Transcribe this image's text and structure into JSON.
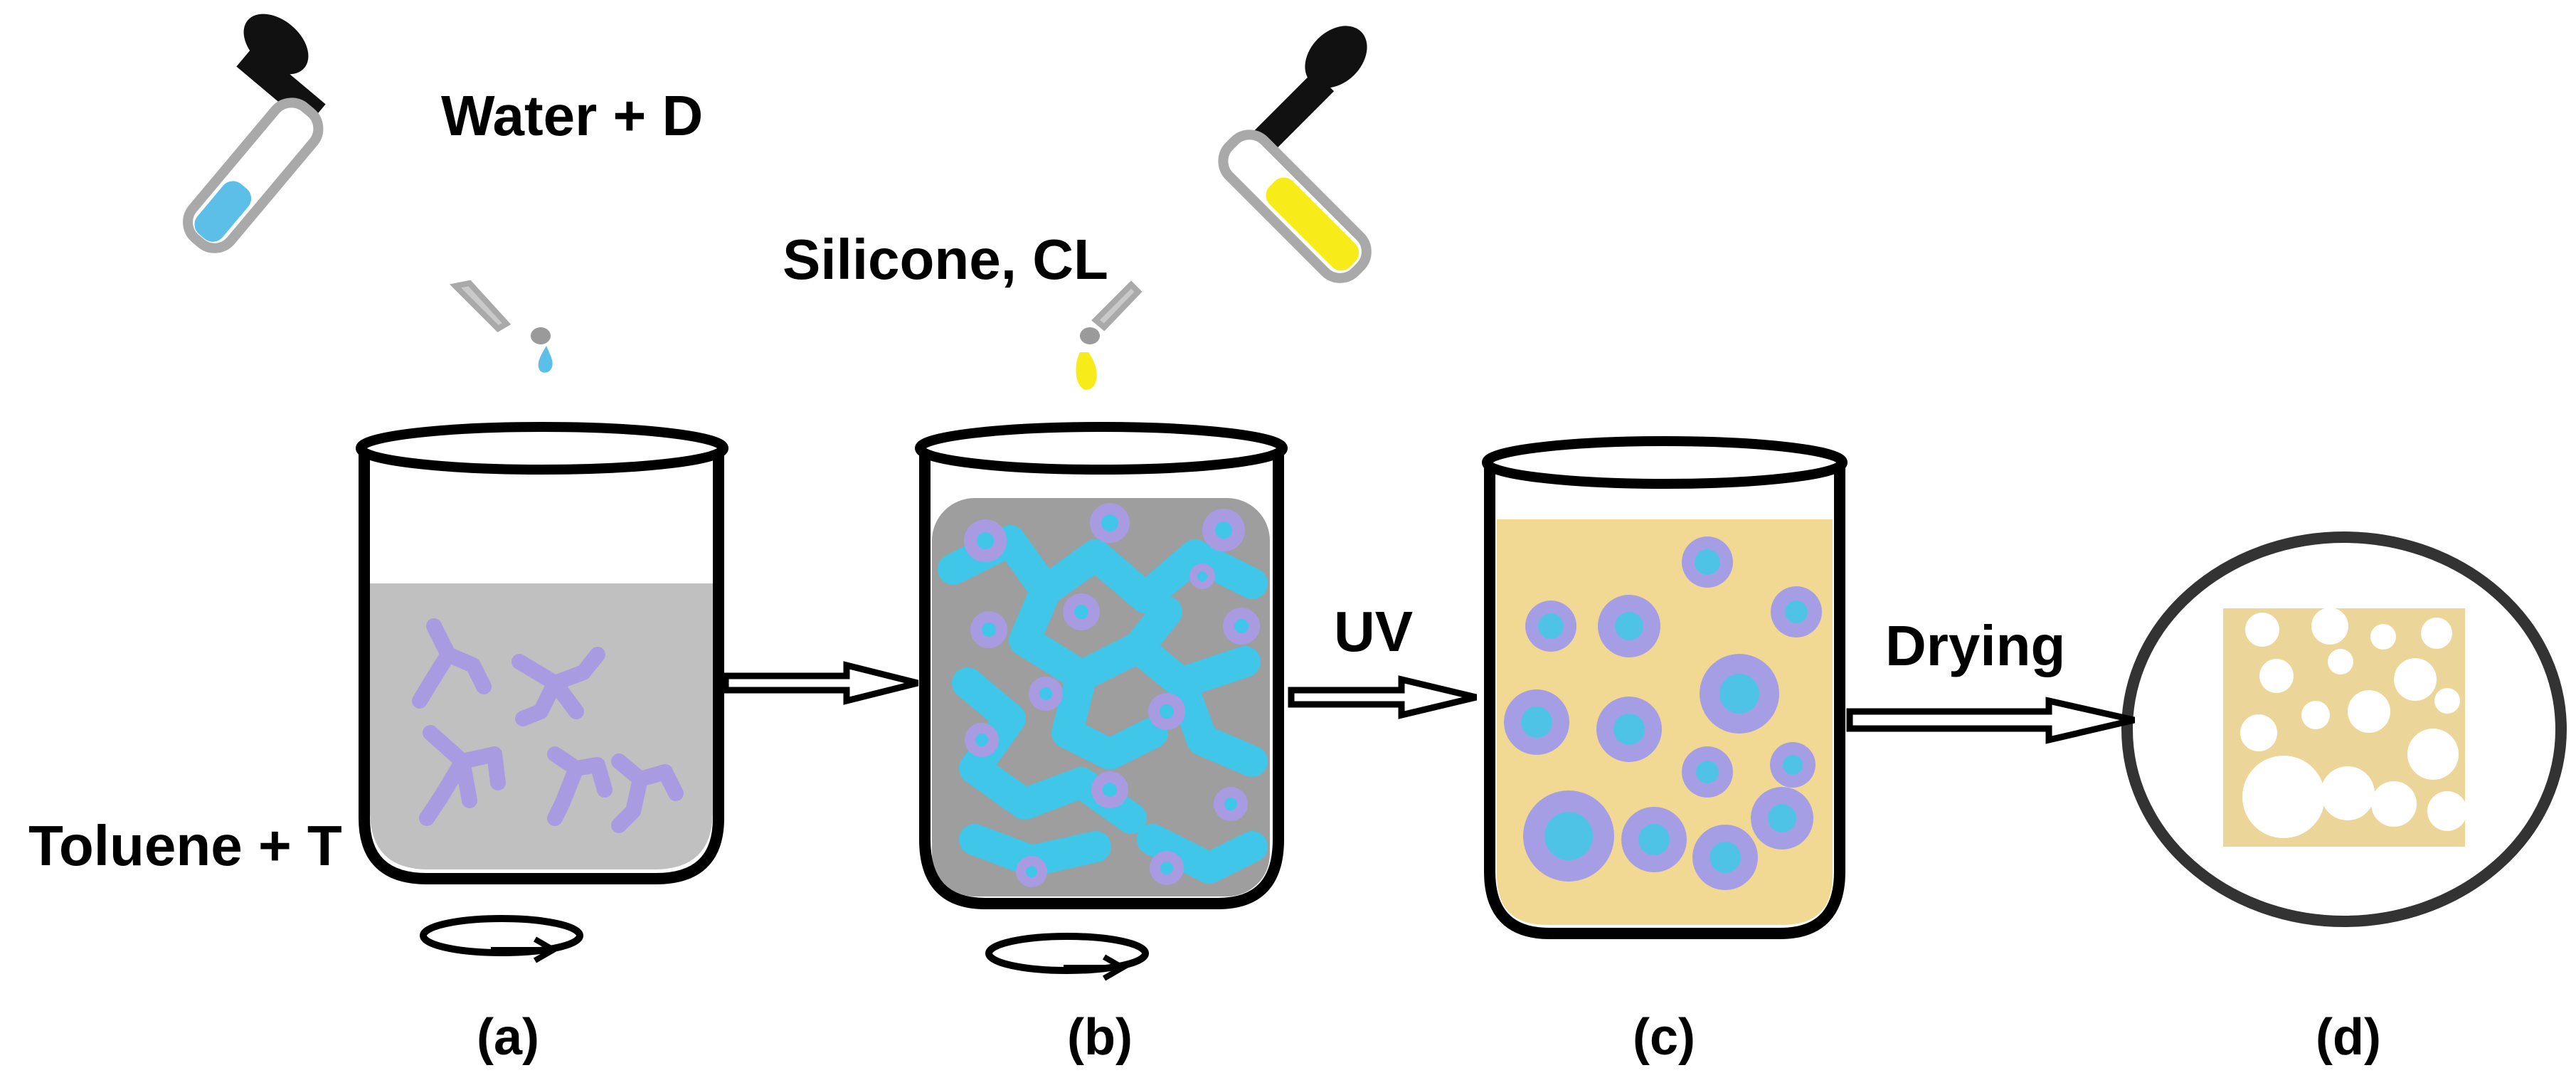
{
  "figure": {
    "labels": {
      "water_d": "Water + D",
      "silicone_cl": "Silicone, CL",
      "toluene_t": "Toluene + T",
      "uv": "UV",
      "drying": "Drying"
    },
    "panels": [
      "(a)",
      "(b)",
      "(c)",
      "(d)"
    ]
  },
  "colors": {
    "outline": "#000000",
    "toluene_liquid": "#c0c0c0",
    "emulsion_liquid": "#9e9e9e",
    "cured_matrix": "#f1d993",
    "porous_solid": "#ecd598",
    "surfactant": "#a99be2",
    "water_phase": "#3fc6e8",
    "droplet_shell": "#a69ee4",
    "droplet_core": "#4fc3e6",
    "water_dropper_fill": "#5cbfe8",
    "silicone_dropper_fill": "#f7ec1a",
    "pore": "#ffffff"
  }
}
